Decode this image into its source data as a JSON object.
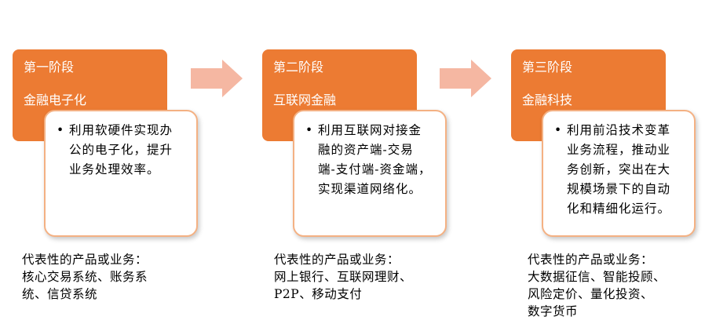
{
  "stages": [
    {
      "title": "第一阶段",
      "name": "金融电子化",
      "bullet": [
        "利用软硬件实现办",
        "公的电子化，提升",
        "业务处理效率。"
      ],
      "representative": [
        "代表性的产品或业务：",
        "核心交易系统、账务系",
        "统、信贷系统"
      ]
    },
    {
      "title": "第二阶段",
      "name": "互联网金融",
      "bullet": [
        "利用互联网对接金",
        "融的资产端-交易",
        "端-支付端-资金端，",
        "实现渠道网络化。"
      ],
      "representative": [
        "代表性的产品或业务：",
        "网上银行、互联网理财、",
        "P2P、移动支付"
      ]
    },
    {
      "title": "第三阶段",
      "name": "金融科技",
      "bullet": [
        "利用前沿技术变革",
        "业务流程，推动业",
        "务创新，突出在大",
        "规模场景下的自动",
        "化和精细化运行。"
      ],
      "representative": [
        "代表性的产品或业务：",
        "大数据征信、智能投顾、",
        "风险定价、量化投资、",
        "数字货币"
      ]
    }
  ],
  "colors": {
    "stage_fill": "#ec7b33",
    "arrow_fill": "#f5b7a2",
    "detail_border": "#f4b183"
  },
  "icons": {
    "bullet": "•"
  }
}
